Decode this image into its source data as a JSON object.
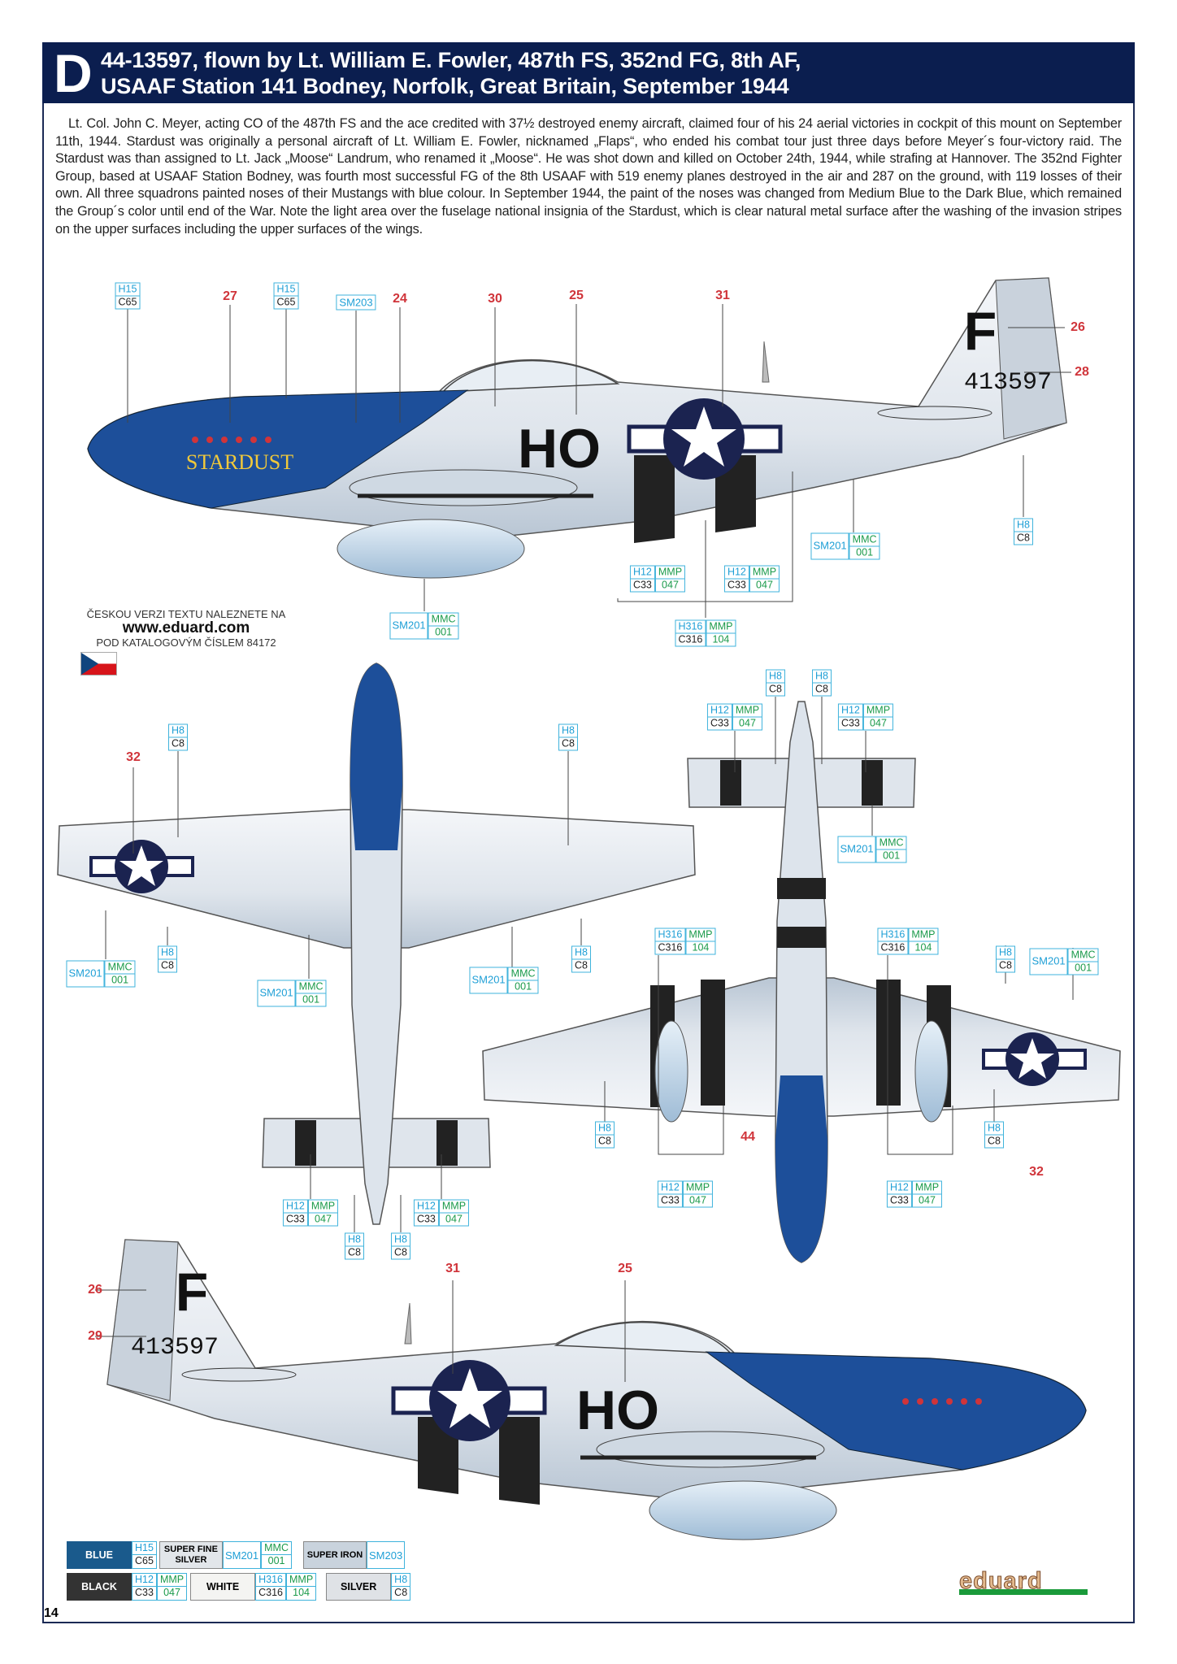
{
  "header": {
    "letter": "D",
    "title_line1": "44-13597, flown by Lt. William E. Fowler, 487th FS, 352nd FG, 8th AF,",
    "title_line2": "USAAF Station 141 Bodney, Norfolk, Great Britain, September 1944"
  },
  "description": "Lt. Col. John C. Meyer, acting CO of the 487th FS and the ace credited with 37½ destroyed enemy aircraft, claimed four of his 24 aerial victories in cockpit of this mount on September 11th, 1944. Stardust was originally a personal aircraft of Lt. William E. Fowler, nicknamed „Flaps“, who ended his combat tour just three days before Meyer´s four-victory raid. The Stardust was than assigned to Lt. Jack „Moose“ Landrum, who renamed it „Moose“. He was shot down and killed on October 24th, 1944, while strafing at Hannover. The 352nd Fighter Group, based at USAAF Station Bodney, was fourth most successful FG of the 8th USAAF with 519 enemy planes destroyed in the air and 287 on the ground, with 119 losses of their own. All three squadrons painted noses of their Mustangs with blue colour. In September 1944, the paint of the noses was changed from Medium Blue to the Dark Blue, which remained the Group´s color until end of the War. Note the light area over the fuselage national insignia of the Stardust, which is clear natural metal surface after the washing of the invasion stripes on the upper surfaces including the upper surfaces of the wings.",
  "czech_note": {
    "line1": "ČESKOU VERZI TEXTU NALEZNETE NA",
    "line2": "www.eduard.com",
    "line3": "POD KATALOGOVÝM ČÍSLEM 84172"
  },
  "markings": {
    "code_letters": "HO",
    "serial": "413597",
    "tail_letter": "F",
    "nose_art": "STARDUST"
  },
  "codes": {
    "h15": {
      "h": "H15",
      "c": "C65"
    },
    "h8": {
      "h": "H8",
      "c": "C8"
    },
    "h12": {
      "h": "H12",
      "m": "MMP",
      "c": "C33",
      "n": "047"
    },
    "h316": {
      "h": "H316",
      "m": "MMP",
      "c": "C316",
      "n": "104"
    },
    "sm201": {
      "s": "SM201",
      "m": "MMC",
      "n": "001"
    },
    "sm203": {
      "s": "SM203"
    }
  },
  "numbers": {
    "n24": "24",
    "n25": "25",
    "n26": "26",
    "n27": "27",
    "n28": "28",
    "n29": "29",
    "n30": "30",
    "n31": "31",
    "n32": "32",
    "n44": "44"
  },
  "legend": {
    "blue": "BLUE",
    "super_fine_silver": "SUPER FINE SILVER",
    "super_iron": "SUPER IRON",
    "black": "BLACK",
    "white": "WHITE",
    "silver": "SILVER"
  },
  "colors": {
    "header_bg": "#0b1e4f",
    "nose_blue": "#1d4f9a",
    "callout_cyan": "#1e9fd6",
    "callout_green": "#1a9a4a",
    "number_red": "#d0343a"
  },
  "brand": "eduard",
  "page_number": "14"
}
